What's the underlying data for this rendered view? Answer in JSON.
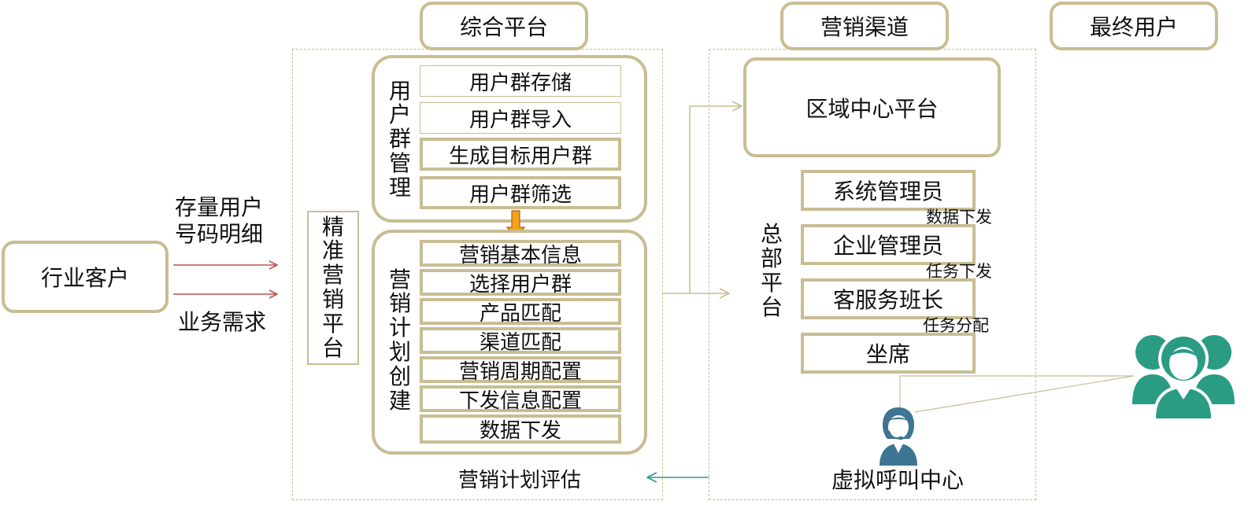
{
  "headers": {
    "integrated_platform": "综合平台",
    "marketing_channel": "营销渠道",
    "end_user": "最终用户"
  },
  "left": {
    "industry_client": "行业客户",
    "arrow_label_top": "存量用户号码明细",
    "arrow_label_bottom": "业务需求"
  },
  "platform": {
    "precision_marketing": "精准营销平台",
    "user_group_mgmt": {
      "title": "用户群管理",
      "items": [
        "用户群存储",
        "用户群导入",
        "生成目标用户群",
        "用户群筛选"
      ]
    },
    "plan_creation": {
      "title": "营销计划创建",
      "items": [
        "营销基本信息",
        "选择用户群",
        "产品匹配",
        "渠道匹配",
        "营销周期配置",
        "下发信息配置",
        "数据下发"
      ]
    },
    "plan_evaluation": "营销计划评估"
  },
  "channel": {
    "regional_center": "区域中心平台",
    "hq_platform": "总部平台",
    "roles": [
      "系统管理员",
      "企业管理员",
      "客服务班长",
      "坐席"
    ],
    "flows": [
      "数据下发",
      "任务下发",
      "任务分配"
    ],
    "call_center": "虚拟呼叫中心"
  },
  "icons": {
    "agent": "agent-headset-icon",
    "users": "user-group-icon"
  },
  "colors": {
    "border": "#c8bd93",
    "red_arrow": "#c0504d",
    "teal": "#2a9c84",
    "agent_blue": "#3d7592",
    "orange": "#f0a31c"
  }
}
